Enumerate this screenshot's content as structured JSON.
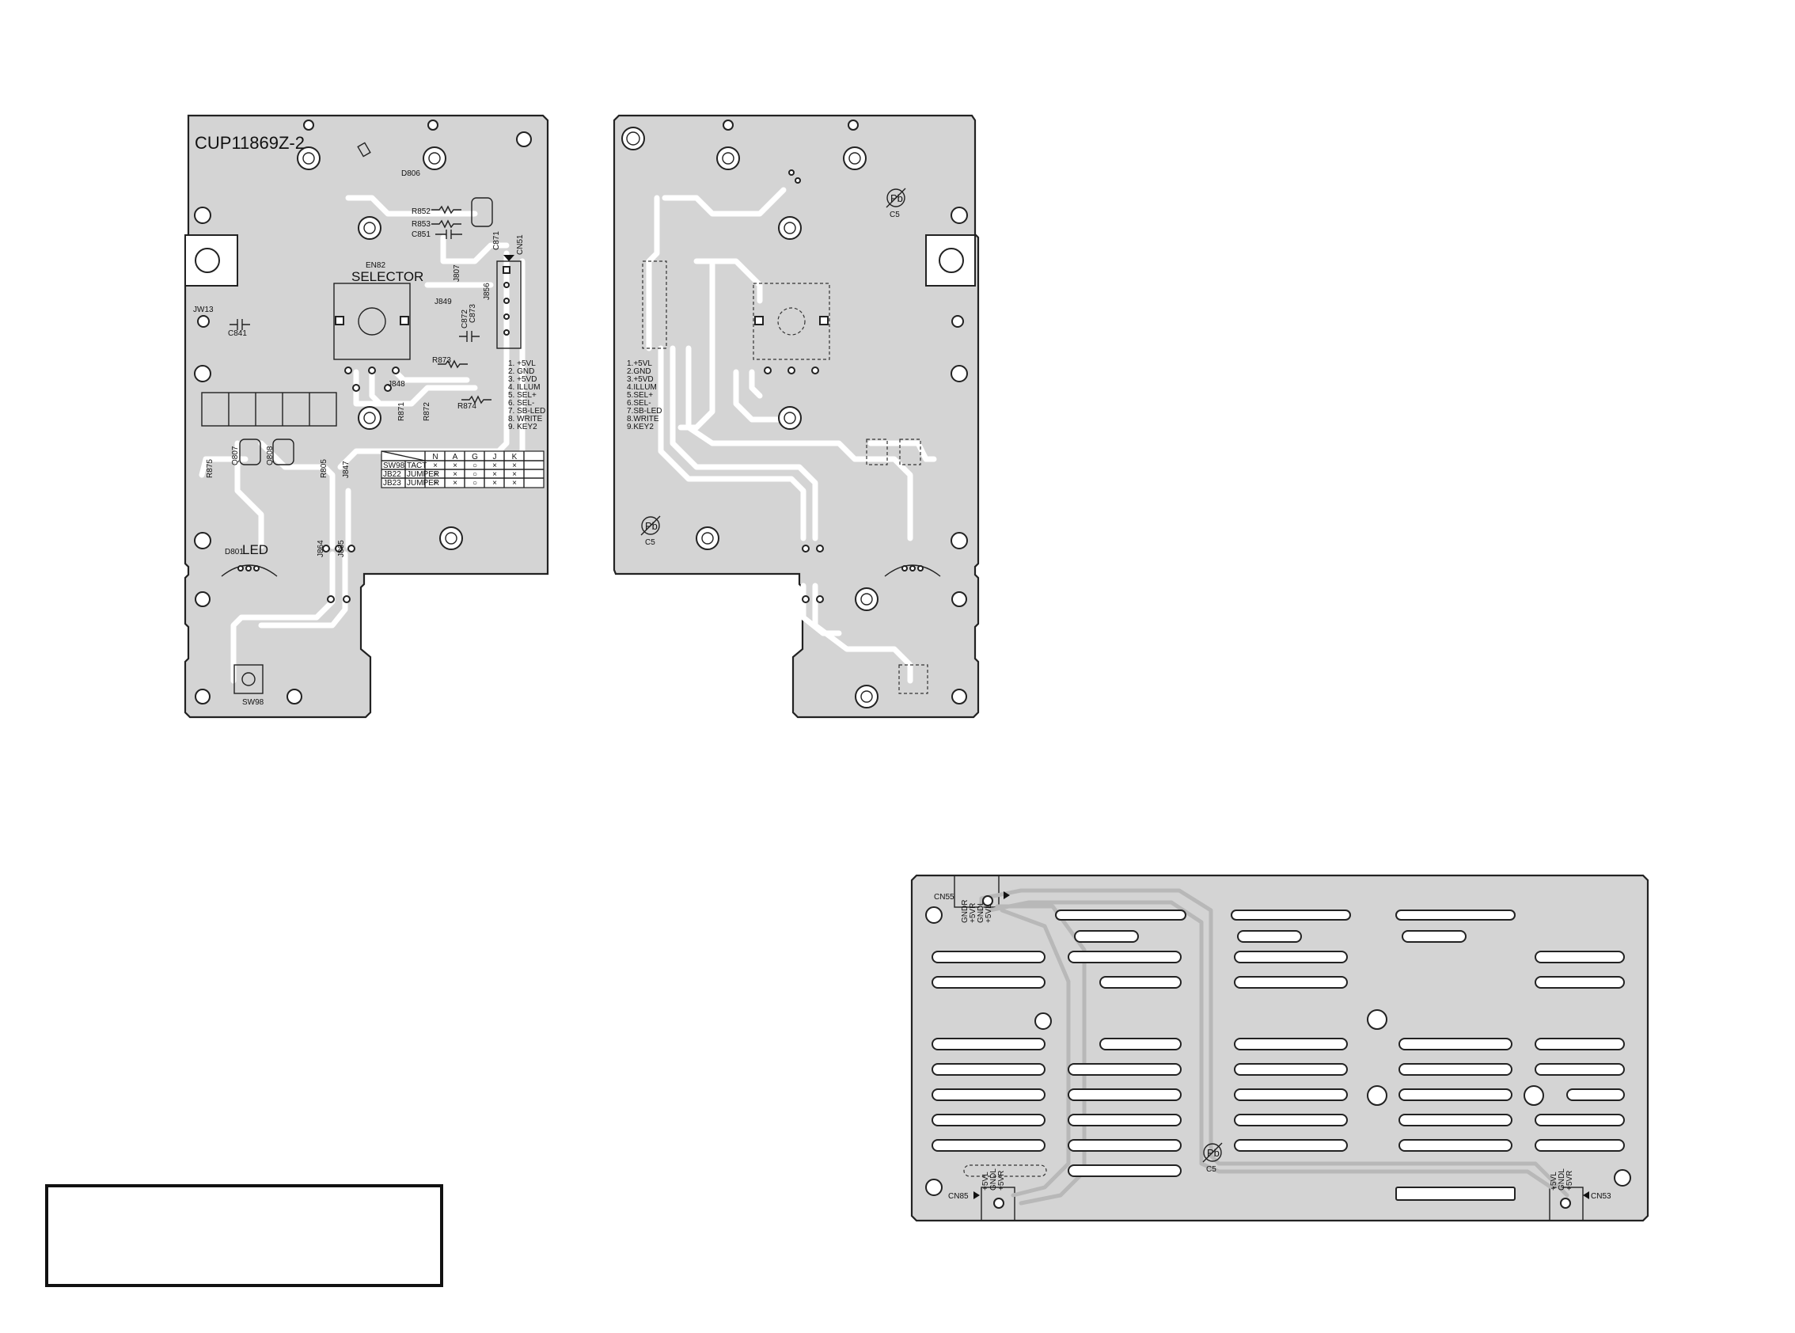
{
  "board_left_front": {
    "part_number": "CUP11869Z-2",
    "selector_label": "SELECTOR",
    "selector_ref": "EN82",
    "led_label": "LED",
    "led_ref": "D801",
    "switch_ref": "SW98",
    "component_refs": [
      "D806",
      "R852",
      "R853",
      "C851",
      "C872",
      "C871",
      "CN51",
      "JW13",
      "C841",
      "J849",
      "C873",
      "J807",
      "J856",
      "R873",
      "J848",
      "R871",
      "R872",
      "R874",
      "Q807",
      "Q808",
      "R875",
      "R805",
      "J847",
      "J864",
      "J865"
    ],
    "connector_pins": [
      "1. +5VL",
      "2. GND",
      "3. +5VD",
      "4. ILLUM",
      "5. SEL+",
      "6. SEL-",
      "7. SB-LED",
      "8. WRITE",
      "9. KEY2"
    ],
    "table": {
      "columns": [
        "",
        "",
        "N",
        "A",
        "G",
        "J",
        "K"
      ],
      "rows": [
        [
          "SW98",
          "TACT",
          "×",
          "×",
          "○",
          "×",
          "×"
        ],
        [
          "JB22",
          "JUMPER",
          "×",
          "×",
          "○",
          "×",
          "×"
        ],
        [
          "JB23",
          "JUMPER",
          "×",
          "×",
          "○",
          "×",
          "×"
        ]
      ]
    }
  },
  "board_right_back": {
    "connector_pins": [
      "1.+5VL",
      "2.GND",
      "3.+5VD",
      "4.ILLUM",
      "5.SEL+",
      "6.SEL-",
      "7.SB-LED",
      "8.WRITE",
      "9.KEY2"
    ],
    "pb_marks": [
      {
        "symbol": "Pb",
        "code": "C5"
      },
      {
        "symbol": "Pb",
        "code": "C5"
      }
    ]
  },
  "board_bottom": {
    "connectors": [
      "CN55",
      "CN85",
      "CN53"
    ],
    "pb_mark": {
      "symbol": "Pb",
      "code": "C5"
    },
    "pin_labels_cn55": [
      "GNDR",
      "+5VR",
      "GNDL",
      "+5VL"
    ],
    "pin_labels_cn85": [
      "+5VL",
      "GNDL",
      "+5VR"
    ],
    "pin_labels_cn53": [
      "+5VL",
      "GNDL",
      "+5VR"
    ]
  },
  "note_box": {
    "text": ""
  }
}
